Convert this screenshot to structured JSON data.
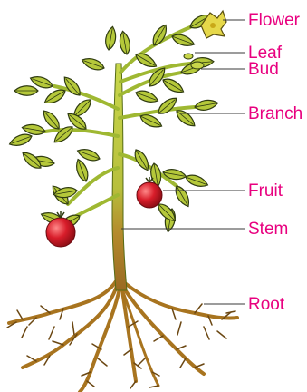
{
  "labels": {
    "flower": "Flower",
    "leaf": "Leaf",
    "bud": "Bud",
    "branch": "Branch",
    "fruit": "Fruit",
    "stem": "Stem",
    "root": "Root"
  },
  "colors": {
    "label_text": "#e8007f",
    "leader_line": "#3a3a3a",
    "leaf_fill": "#b5c83a",
    "leaf_outline": "#2f3b10",
    "stem": "#b8c842",
    "root": "#b07a2a",
    "fruit": "#d81d2a",
    "flower": "#e6d84a"
  }
}
